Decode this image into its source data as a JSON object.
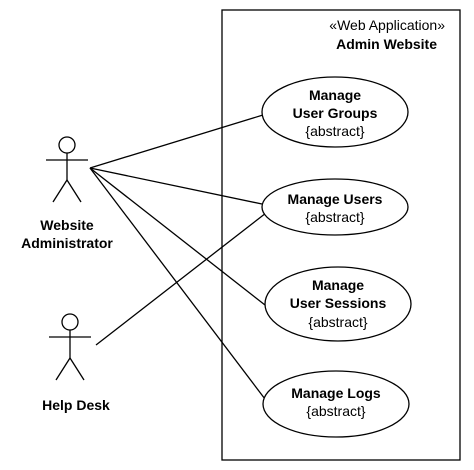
{
  "system": {
    "stereotype": "«Web Application»",
    "name": "Admin Website"
  },
  "actors": [
    {
      "id": "website-administrator",
      "line1": "Website",
      "line2": "Administrator"
    },
    {
      "id": "help-desk",
      "line1": "Help Desk",
      "line2": ""
    }
  ],
  "use_cases": [
    {
      "id": "manage-user-groups",
      "line1": "Manage",
      "line2": "User Groups",
      "line3": "{abstract}"
    },
    {
      "id": "manage-users",
      "line1": "Manage Users",
      "line2": "{abstract}",
      "line3": ""
    },
    {
      "id": "manage-user-sessions",
      "line1": "Manage",
      "line2": "User Sessions",
      "line3": "{abstract}"
    },
    {
      "id": "manage-logs",
      "line1": "Manage Logs",
      "line2": "{abstract}",
      "line3": ""
    }
  ],
  "associations": [
    {
      "actor": "website-administrator",
      "use_case": "manage-user-groups"
    },
    {
      "actor": "website-administrator",
      "use_case": "manage-users"
    },
    {
      "actor": "website-administrator",
      "use_case": "manage-user-sessions"
    },
    {
      "actor": "website-administrator",
      "use_case": "manage-logs"
    },
    {
      "actor": "help-desk",
      "use_case": "manage-users"
    }
  ]
}
